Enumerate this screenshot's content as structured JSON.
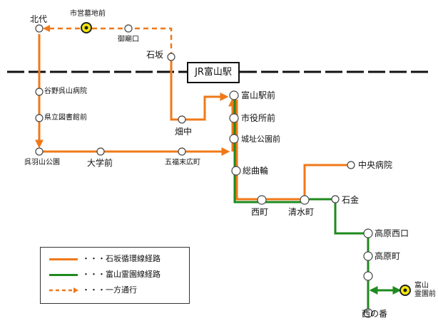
{
  "colors": {
    "ishizaka_loop": "#f07818",
    "fujiyama_reien": "#1e8a1e",
    "oneway": "#f07818",
    "railway": "#111111",
    "cemetery_marker": "#f5e80a"
  },
  "railway": {
    "station_label": "JR富山駅"
  },
  "stops": {
    "kitadai": "北代",
    "shiei_bochi_mae": "市営墓地前",
    "gobyoguchi": "御廟口",
    "ishizaka": "石坂",
    "hatanaka": "畑中",
    "toyama_eki_mae": "富山駅前",
    "shiyakusho_mae": "市役所前",
    "joshi_koen_mae": "城址公園前",
    "sogawa": "総曲輪",
    "nishicho": "西町",
    "shimizucho": "清水町",
    "chuo_byoin": "中央病院",
    "ishigane": "石金",
    "takahara_nishiguchi": "高原西口",
    "takahara_machi": "高原町",
    "nishinoban": "西の番",
    "toyama_reien_mae": "富山\n霊園前",
    "yatabe_byoin": "谷野呉山病院",
    "kenritsu_toshokan": "県立図書館前",
    "kureha_koen": "呉羽山公園",
    "daigaku_mae": "大学前",
    "gofuku_suehiro": "五福末広町"
  },
  "legend": {
    "items": [
      {
        "label": "・・・石坂循環線経路",
        "style": "solid",
        "color_key": "ishizaka_loop"
      },
      {
        "label": "・・・富山霊園線経路",
        "style": "solid",
        "color_key": "fujiyama_reien"
      },
      {
        "label": "・・・一方通行",
        "style": "dashed",
        "color_key": "oneway"
      }
    ]
  }
}
